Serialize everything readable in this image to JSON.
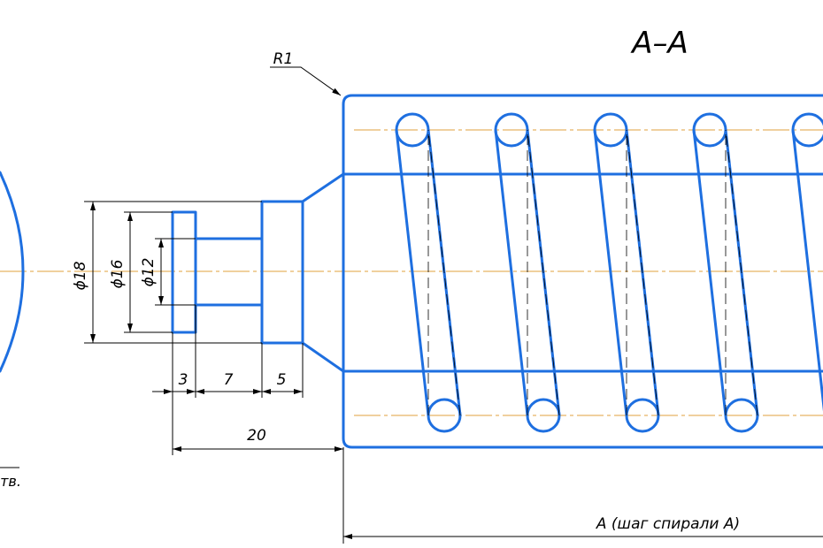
{
  "section_label": "A–A",
  "radius_label": "R1",
  "diameters": {
    "outer": "ϕ18",
    "middle": "ϕ16",
    "inner": "ϕ12"
  },
  "lengths": {
    "a": "3",
    "b": "7",
    "c": "5",
    "total": "20"
  },
  "pitch_label": "A (шаг спирали A)",
  "fragment_label": "тв.",
  "colors": {
    "outline": "#1e6fe0",
    "axis": "#e0a23c",
    "dimension": "#000000"
  }
}
